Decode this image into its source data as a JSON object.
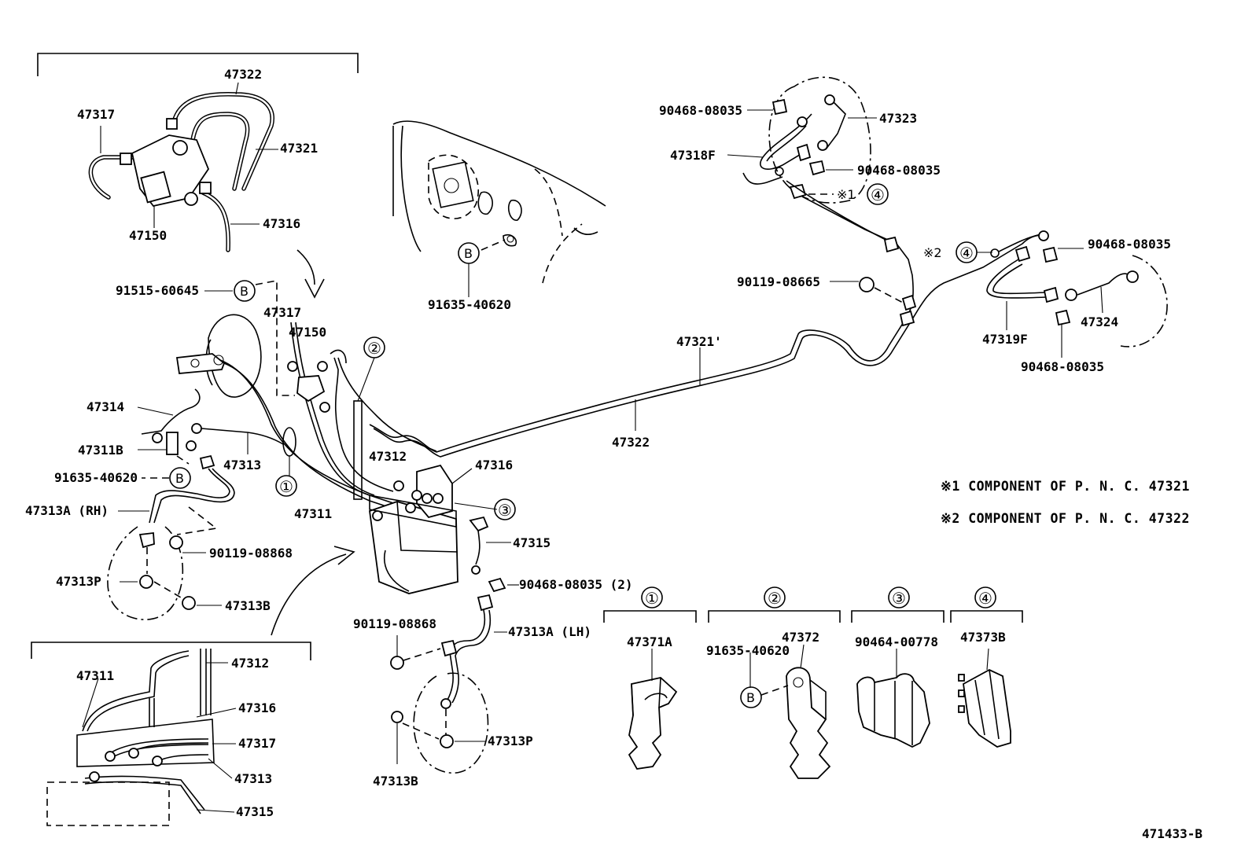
{
  "diagram_id": "471433-B",
  "notes": {
    "note1": "※1 COMPONENT OF P. N. C. 47321",
    "note2": "※2 COMPONENT OF P. N. C. 47322"
  },
  "markers": {
    "c1": "①",
    "c2": "②",
    "c3": "③",
    "c4": "④",
    "b": "B",
    "star1": "※1",
    "star2": "※2"
  },
  "labels": {
    "p47322_top": "47322",
    "p47317_top": "47317",
    "p47321_top": "47321",
    "p47150_top": "47150",
    "p47316_top": "47316",
    "p91515": "91515-60645",
    "p47317_mid": "47317",
    "p47150_mid": "47150",
    "p91635_eng": "91635-40620",
    "p47314": "47314",
    "p47311b": "47311B",
    "p47313": "47313",
    "p91635_left": "91635-40620",
    "p47313a_rh": "47313A (RH)",
    "p90119_left": "90119-08868",
    "p47313p_left": "47313P",
    "p47313b_left": "47313B",
    "p47312_mid": "47312",
    "p47316_mid": "47316",
    "p47311_mid": "47311",
    "p47315_mid": "47315",
    "p90468_2": "90468-08035 (2)",
    "p90119_mid": "90119-08868",
    "p47313a_lh": "47313A (LH)",
    "p47313p_mid": "47313P",
    "p47313b_mid": "47313B",
    "p47321_long": "47321'",
    "p47322_long": "47322",
    "p90468_tr1": "90468-08035",
    "p47323": "47323",
    "p47318f": "47318F",
    "p90468_tr2": "90468-08035",
    "p90119_right": "90119-08665",
    "p90468_r1": "90468-08035",
    "p47324": "47324",
    "p47319f": "47319F",
    "p90468_r2": "90468-08035",
    "p47311_det": "47311",
    "p47312_det": "47312",
    "p47316_det": "47316",
    "p47317_det": "47317",
    "p47313_det": "47313",
    "p47315_det": "47315",
    "p47371a": "47371A",
    "p47372": "47372",
    "p91635_clamp": "91635-40620",
    "p90464": "90464-00778",
    "p47373b": "47373B"
  }
}
